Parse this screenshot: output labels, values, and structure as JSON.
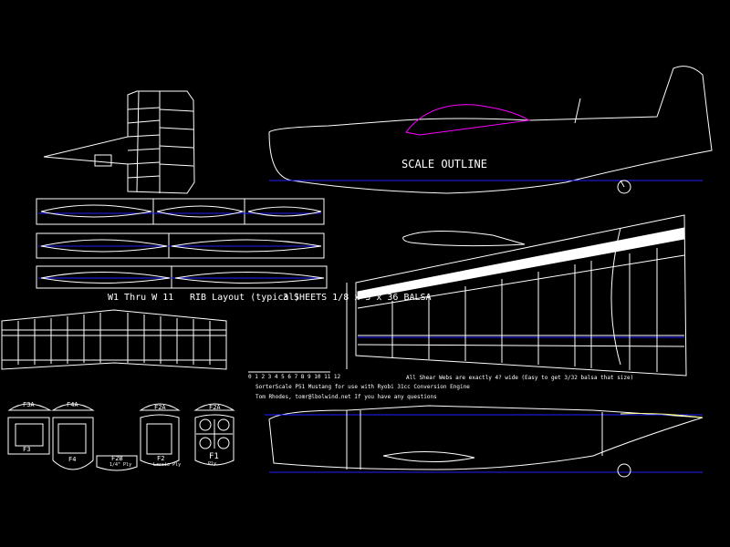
{
  "colors": {
    "background": "#000000",
    "lines": "#ffffff",
    "centerline": "#2020ff",
    "canopy": "#ff00ff",
    "accent": "#ffff80"
  },
  "labels": {
    "scale_outline": "SCALE OUTLINE",
    "wing_ribs": "W1 Thru W 11",
    "rib_layout": "RIB Layout (typical)",
    "sheets": "3 SHEETS 1/8 x 3 x 36 BALSA",
    "ruler": "0 1 2 3 4 5 6 7 8 9 10 11 12",
    "shear_webs": "All Shear Webs are exactly 4? wide (Easy to get 3/32 balsa that size)",
    "title_note": "SorterScale P51 Mustang for use with Ryobi 31cc Conversion Engine",
    "author_note": "Tom Rhodes,  tomr@lbolwind.net If you have any questions"
  },
  "formers": [
    {
      "top": "F3A",
      "bottom": "F3",
      "note": ""
    },
    {
      "top": "F4A",
      "bottom": "F4",
      "note": ""
    },
    {
      "top": "",
      "bottom": "F2B",
      "note": "1/4\" Ply"
    },
    {
      "top": "F2A",
      "bottom": "F2",
      "note": "Lassie Ply"
    },
    {
      "top": "F2A",
      "bottom": "F1",
      "note": "Ply"
    }
  ]
}
